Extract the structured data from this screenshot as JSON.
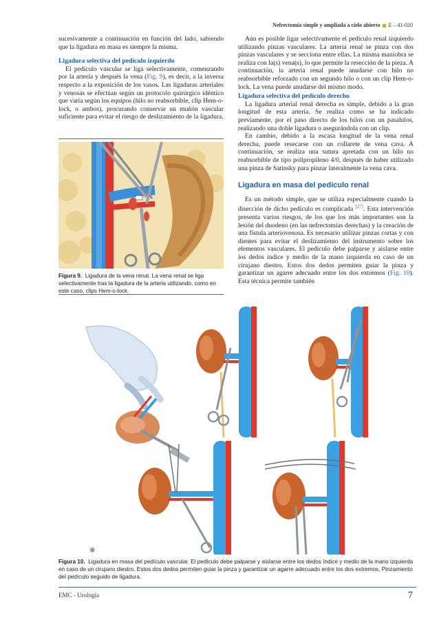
{
  "header": {
    "title": "Nefrectomía simple y ampliada a cielo abierto",
    "code": "E – 41-020"
  },
  "left": {
    "p1": "sucesivamente a continuación en función del lado, sabiendo que la ligadura en masa es siempre la misma.",
    "sub1": "Ligadura selectiva del pedículo izquierdo",
    "p2a": "El pedículo vascular se liga selectivamente, comenzando por la arteria y después la vena (",
    "p2link": "Fig. 9",
    "p2b": "), es decir, a la inversa respecto a la exposición de los vasos. Las ligaduras arteriales y venosas se efectúan según un protocolo quirúrgico idéntico que varía según los equipos (hilo no reabsorbible, clip Hem-o-lock, o ambos), procurando conservar un muñón vascular suficiente para evitar el riesgo de deslizamiento de la ligadura."
  },
  "right": {
    "p1": "Aún es posible ligar selectivamente el pedículo renal izquierdo utilizando pinzas vasculares. La arteria renal se pinza con dos pinzas vasculares y se secciona entre ellas. La misma maniobra se realiza con la(s) vena(s), lo que permite la resección de la pieza. A continuación, la arteria renal puede anudarse con hilo no reabsorbible reforzado con un segundo hilo o con un clip Hem-o-lock. La vena puede anudarse del mismo modo.",
    "sub1": "Ligadura selectiva del pedículo derecho",
    "p2": "La ligadura arterial renal derecha es simple, debido a la gran longitud de esta arteria. Se realiza como se ha indicado previamente, por el paso directo de los hilos con un pasahilos, realizando una doble ligadura o asegurándola con un clip.",
    "p3": "En cambio, debido a la escasa longitud de la vena renal derecha, puede resecarse con un collarete de vena cava. A continuación, se realiza una sutura apretada con un hilo no reabsorbible de tipo polipropileno 4/0, después de haber utilizado una pinza de Satinsky para pinzar lateralmente la vena cava.",
    "h2": "Ligadura en masa del pedículo renal",
    "p4a": "Es un método simple, que se utiliza especialmente cuando la disección de dicho pedículo es complicada ",
    "p4ref": "[27]",
    "p4b": ". Esta intervención presenta varios riesgos, de los que los más importantes son la lesión del duodeno (en las nefrectomías derechas) y la creación de una fístula arteriovenosa. Es necesario utilizar pinzas cortas y con dientes para evitar el deslizamiento del instrumento sobre los elementos vasculares. El pedículo debe palparse y aislarse entre los dedos índice y medio de la mano izquierda en caso de un cirujano diestro. Estos dos dedos permiten guiar la pinza y garantizar un agarre adecuado entre los dos extremos (",
    "p4link": "Fig. 10",
    "p4c": "). Esta técnica permite también"
  },
  "fig9": {
    "label": "Figura 9.",
    "caption": "Ligadura de la vena renal. La vena renal se liga selectivamente tras la ligadura de la arteria utilizando, como en este caso, clips Hem-o-lock."
  },
  "fig10": {
    "label": "Figura 10.",
    "caption": "Ligadura en masa del pedículo vascular. El pedículo debe palparse y aislarse entre los dedos índice y medio de la mano izquierda en caso de un cirujano diestro. Estos dos dedos permiten guiar la pinza y garantizar un agarre adecuado entre los dos extremos. Pinzamiento del pedículo seguido de ligadura."
  },
  "footer": {
    "journal": "EMC - Urología",
    "page": "7"
  },
  "colors": {
    "accent": "#1a5fa8",
    "vena": "#3aa0e0",
    "arteria": "#e0382c",
    "rinon": "#c8652e"
  }
}
